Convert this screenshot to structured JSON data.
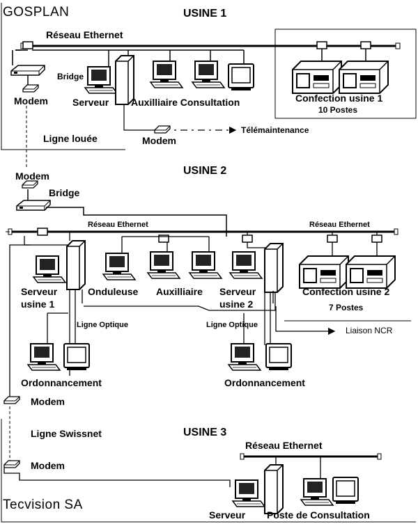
{
  "brand": {
    "top": "GOSPLAN",
    "bottom": "Tecvision SA"
  },
  "usine1": {
    "title": "USINE 1",
    "network": "Réseau Ethernet",
    "bridge": "Bridge",
    "modem": "Modem",
    "server": "Serveur",
    "aux": "Auxilliaire Consultation",
    "confection": "Confection usine 1",
    "postes": "10 Postes",
    "modem2": "Modem",
    "telemaintenance": "Télémaintenance",
    "ligne_louee": "Ligne louée"
  },
  "usine2": {
    "title": "USINE 2",
    "modem": "Modem",
    "bridge": "Bridge",
    "network_a": "Réseau Ethernet",
    "network_b": "Réseau Ethernet",
    "serveur1_a": "Serveur",
    "serveur1_b": "usine 1",
    "onduleuse": "Onduleuse",
    "auxilliaire": "Auxilliaire",
    "serveur2_a": "Serveur",
    "serveur2_b": "usine 2",
    "confection": "Confection usine 2",
    "postes": "7 Postes",
    "ligne_optique_1": "Ligne Optique",
    "ligne_optique_2": "Ligne Optique",
    "liaison": "Liaison NCR",
    "ordo_1": "Ordonnancement",
    "ordo_2": "Ordonnancement",
    "modem_bottom": "Modem"
  },
  "usine3": {
    "title": "USINE 3",
    "swissnet": "Ligne Swissnet",
    "modem": "Modem",
    "network": "Réseau Ethernet",
    "server": "Serveur",
    "poste": "Poste de Consultation"
  }
}
